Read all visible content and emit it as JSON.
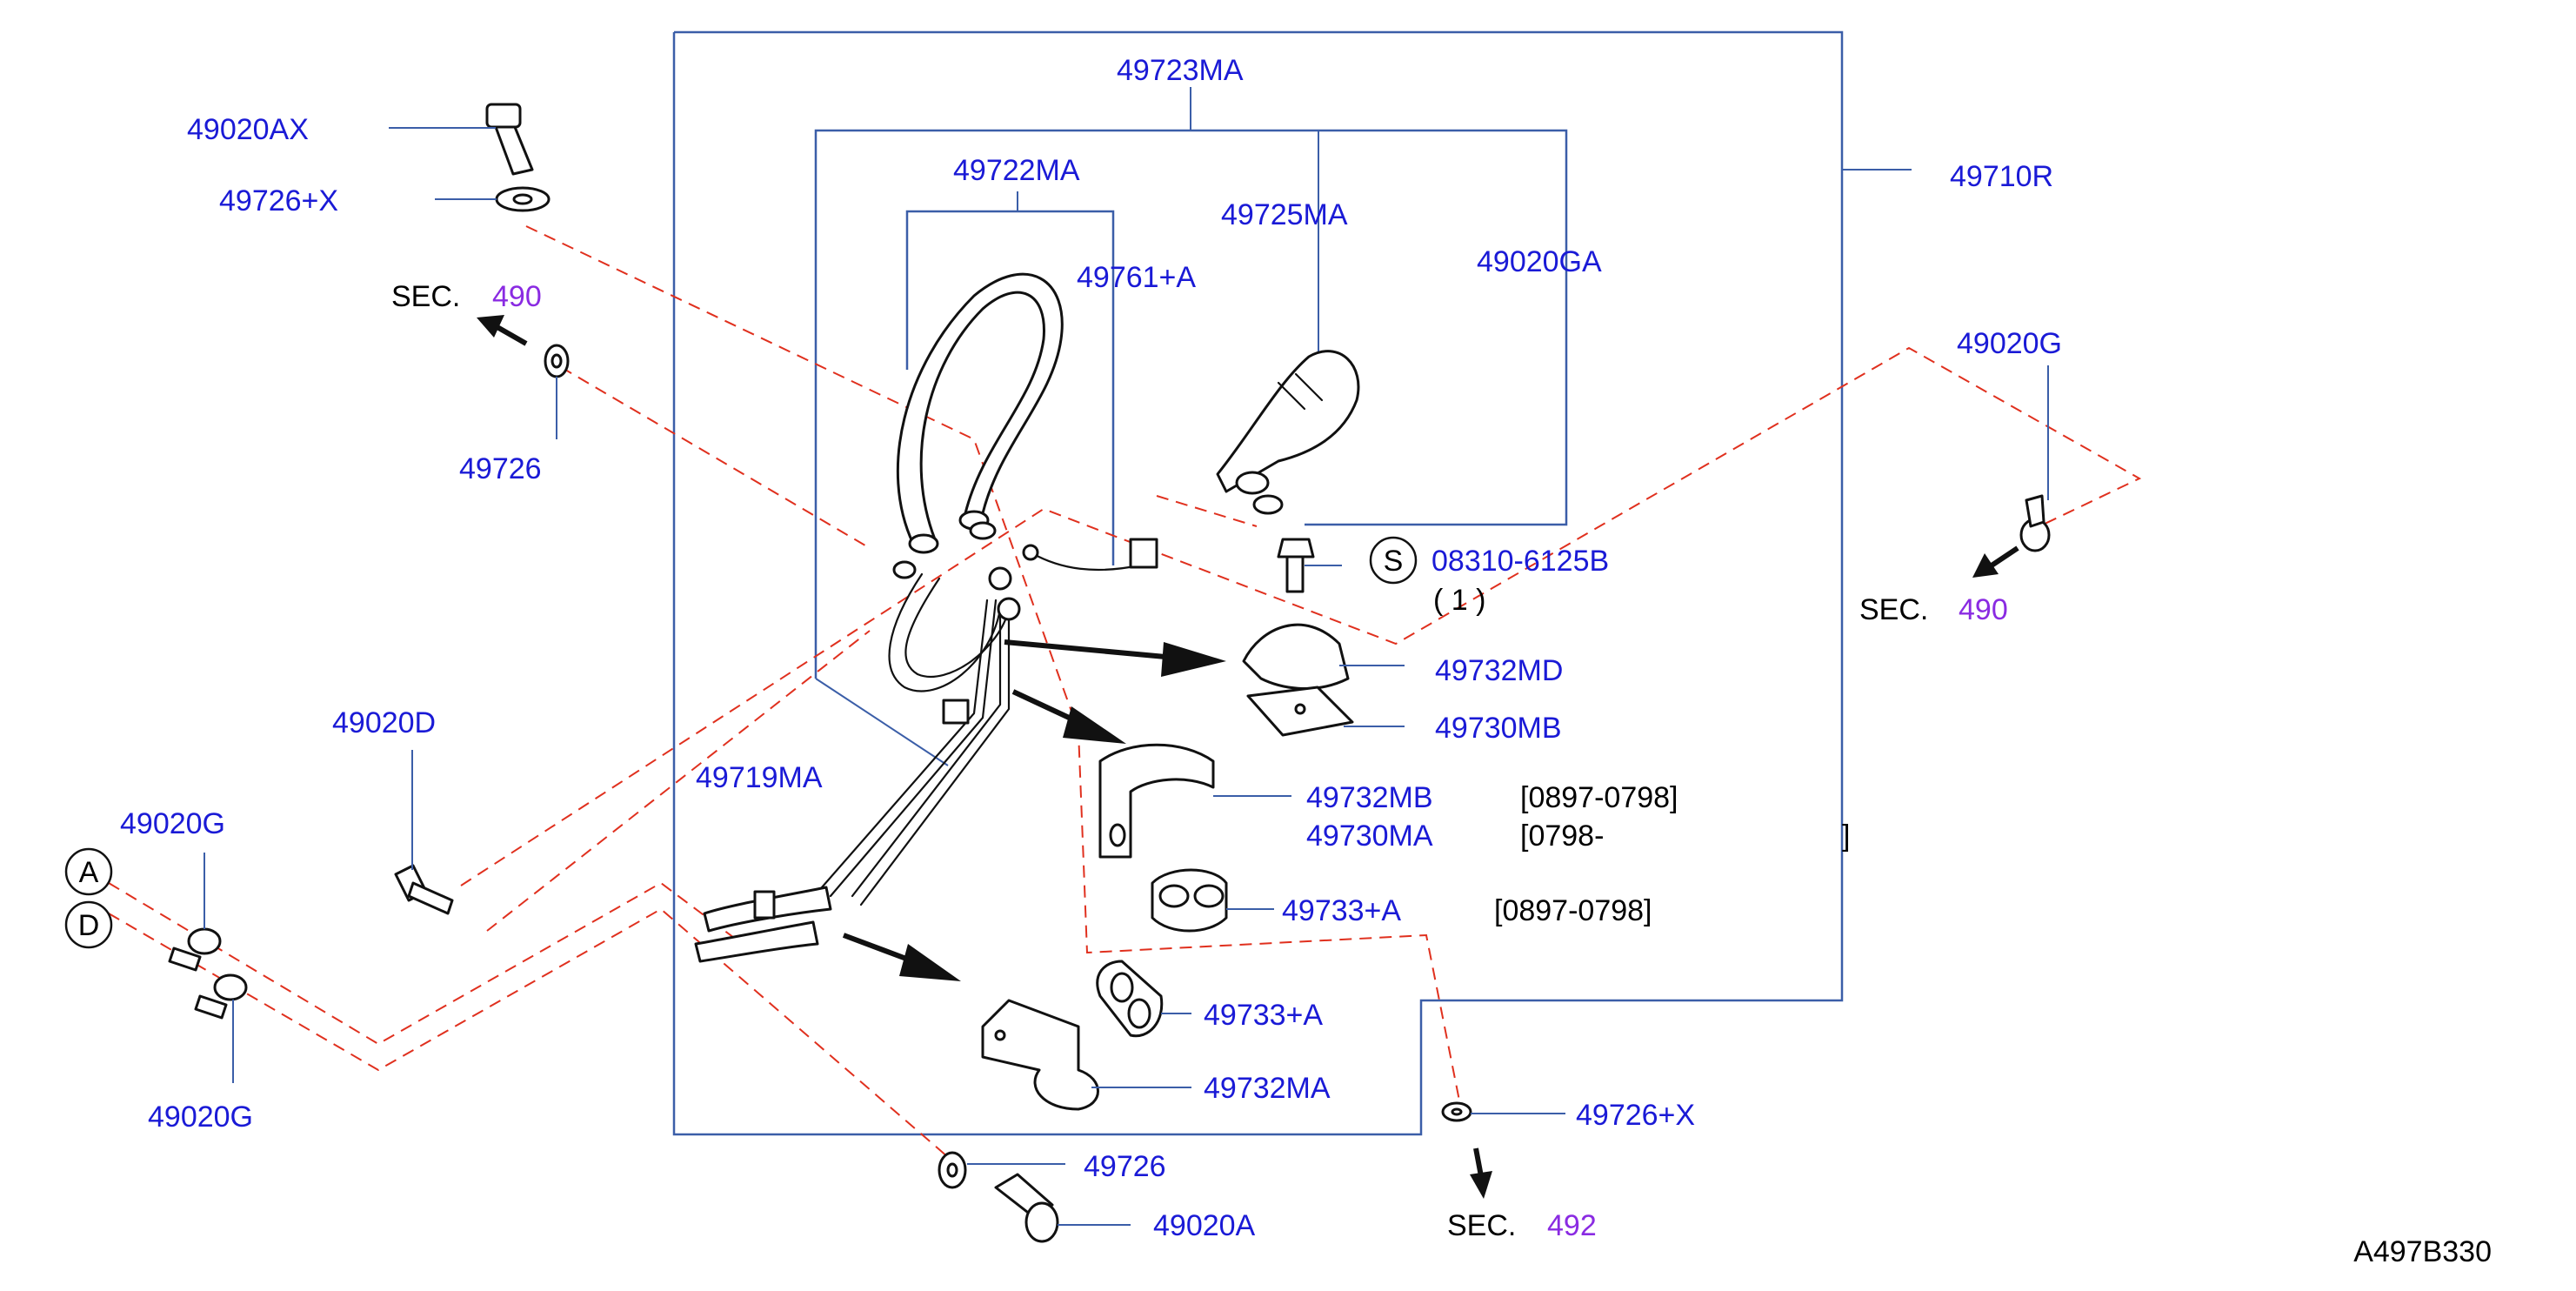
{
  "parts": {
    "p49020AX": "49020AX",
    "p49726X_top": "49726+X",
    "p49726_left": "49726",
    "p49723MA": "49723MA",
    "p49722MA": "49722MA",
    "p49761A": "49761+A",
    "p49725MA": "49725MA",
    "p49020GA": "49020GA",
    "p49710R": "49710R",
    "p49020G_right": "49020G",
    "p08310": "08310-6125B",
    "p08310_qty": "( 1 )",
    "p49732MD": "49732MD",
    "p49730MB": "49730MB",
    "p49020D": "49020D",
    "p49719MA": "49719MA",
    "p49020G_left_top": "49020G",
    "p49020G_left_bottom": "49020G",
    "p49732MB": "49732MB",
    "p49730MA": "49730MA",
    "p49733A_1": "49733+A",
    "p49733A_2": "49733+A",
    "p49732MA": "49732MA",
    "p49726X_bottom": "49726+X",
    "p49726_bottom": "49726",
    "p49020A": "49020A"
  },
  "dates": {
    "d49732MB": "[0897-0798]",
    "d49730MA_open": "[0798-",
    "d49730MA_close": "]",
    "d49733A": "[0897-0798]"
  },
  "sections": {
    "sec_label": "SEC.",
    "sec_left_num": "490",
    "sec_right_num": "490",
    "sec_bottom_num": "492"
  },
  "markers": {
    "circle_A": "A",
    "circle_D": "D",
    "circle_S": "S"
  },
  "reference": "A497B330",
  "colors": {
    "part_number": "#1a1ad6",
    "section_number": "#8a2be2",
    "leader_line": "#3b5ea8",
    "dashed_guide": "#e0301e"
  }
}
